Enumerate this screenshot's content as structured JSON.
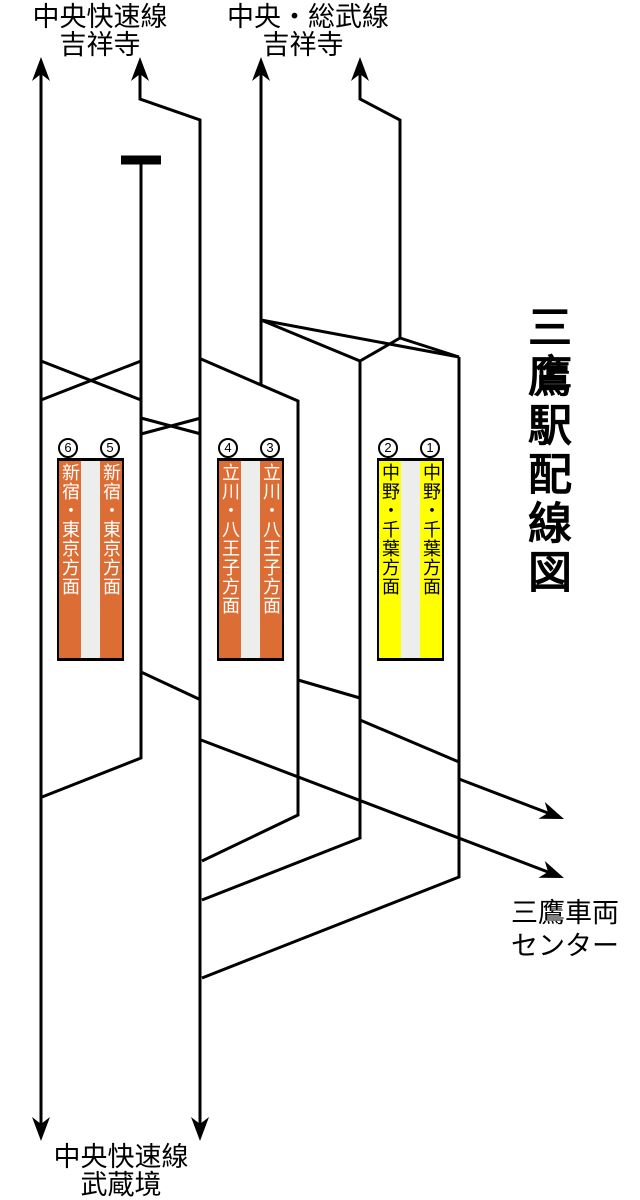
{
  "title": "三鷹駅配線図",
  "labels": {
    "top_rapid": {
      "line": "中央快速線",
      "station": "吉祥寺"
    },
    "top_local": {
      "line": "中央・総武線",
      "station": "吉祥寺"
    },
    "bottom_rapid": {
      "line": "中央快速線",
      "station": "武蔵境"
    },
    "depot": {
      "line1": "三鷹車両",
      "line2": "センター"
    }
  },
  "platforms": [
    {
      "name": "rapid-up-platform",
      "left": {
        "number": "6",
        "destination": "新宿・東京方面"
      },
      "right": {
        "number": "5",
        "destination": "新宿・東京方面"
      },
      "fill": "#DC6E35",
      "text_color": "#FFFFFF"
    },
    {
      "name": "rapid-down-platform",
      "left": {
        "number": "4",
        "destination": "立川・八王子方面"
      },
      "right": {
        "number": "3",
        "destination": "立川・八王子方面"
      },
      "fill": "#DC6E35",
      "text_color": "#FFFFFF"
    },
    {
      "name": "local-platform",
      "left": {
        "number": "2",
        "destination": "中野・千葉方面"
      },
      "right": {
        "number": "1",
        "destination": "中野・千葉方面"
      },
      "fill": "#FFFF00",
      "text_color": "#000000"
    }
  ],
  "colors": {
    "line": "#000000",
    "platform_orange": "#DC6E35",
    "platform_yellow": "#FFFF00",
    "platform_walkway": "#EDEDEB",
    "background": "#FFFFFF"
  }
}
